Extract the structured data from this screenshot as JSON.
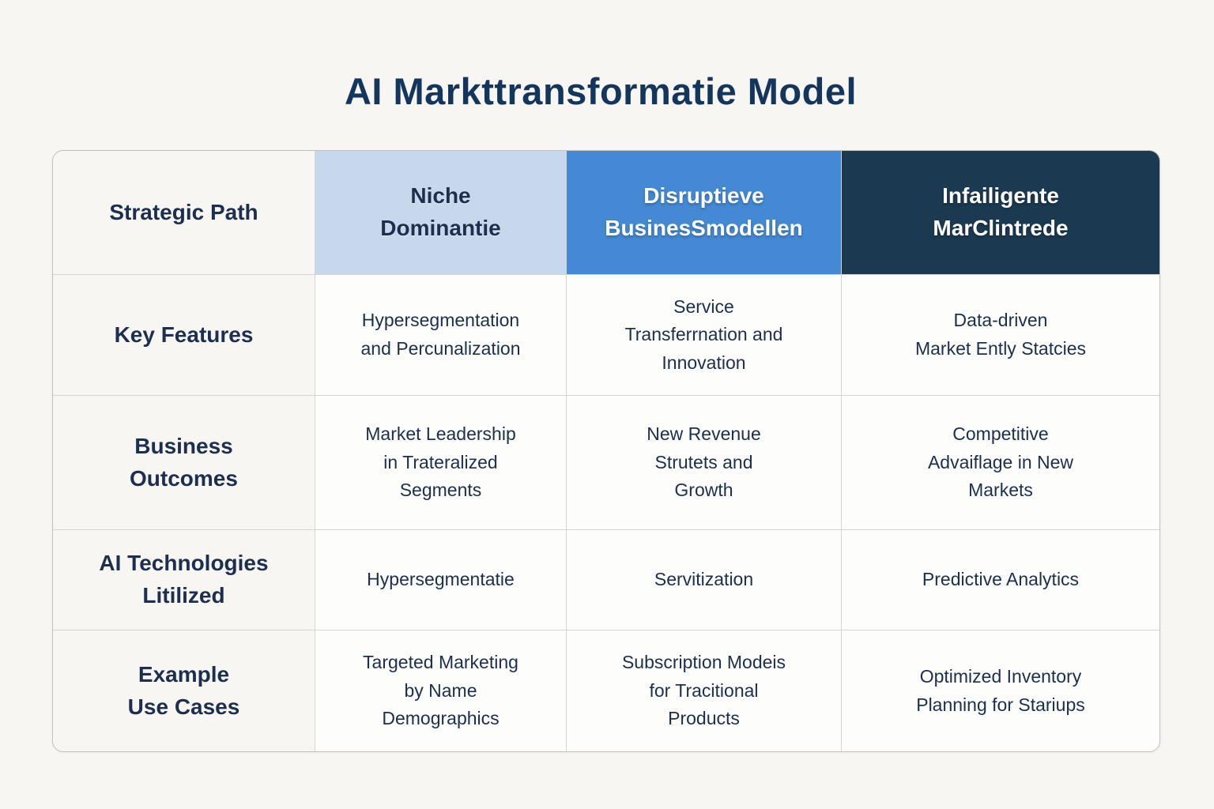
{
  "title": "AI Markttransformatie Model",
  "palette": {
    "page_bg": "#f8f6f3",
    "title_color": "#15365c",
    "table_text_color": "#1c2f4e",
    "grid_line": "#d6d4d1",
    "data_cell_bg": "#fdfdfc",
    "label_column_bg": "#f8f6f3",
    "header_niche_bg": "#c7d8ec",
    "header_disruptive_bg": "#4489d3",
    "header_intelligent_bg": "#1b3a52",
    "header_light_text": "#ffffff"
  },
  "table": {
    "corner_header": "Strategic Path",
    "column_headers": [
      "Niche\nDominantie",
      "Disruptieve\nBusinesSmodellen",
      "Infailigente\nMarClintrede"
    ],
    "rows": [
      {
        "label": "Key Features",
        "cells": [
          "Hypersegmentation\nand Percunalization",
          "Service\nTransferrnation and\nInnovation",
          "Data-driven\nMarket Ently Statcies"
        ]
      },
      {
        "label": "Business\nOutcomes",
        "cells": [
          "Market Leadership\nin Trateralized\nSegments",
          "New Revenue\nStrutets and\nGrowth",
          "Competitive\nAdvaiflage in New\nMarkets"
        ]
      },
      {
        "label": "AI Technologies\nLitilized",
        "cells": [
          "Hypersegmentatie",
          "Servitization",
          "Predictive Analytics"
        ]
      },
      {
        "label": "Example\nUse Cases",
        "cells": [
          "Targeted Marketing\nby Name\nDemographics",
          "Subscription Modeis\nfor Tracitional\nProducts",
          "Optimized Inventory\nPlanning for Stariups"
        ]
      }
    ]
  }
}
